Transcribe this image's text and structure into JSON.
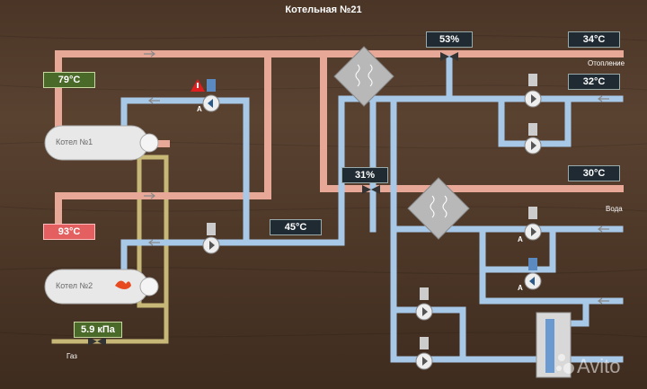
{
  "title": "Котельная №21",
  "boilers": [
    {
      "name": "Котел №1",
      "temp": "79°C"
    },
    {
      "name": "Котел №2",
      "temp": "93°C"
    }
  ],
  "gas": {
    "pressure": "5.9 кПа",
    "label": "Газ"
  },
  "valves": {
    "heating_valve": "53%",
    "water_valve": "31%"
  },
  "temps": {
    "heating_out": "34°C",
    "heating_return": "32°C",
    "water_out": "30°C",
    "boiler_return": "45°C"
  },
  "circuits": {
    "heating": "Отопление",
    "water": "Вода"
  },
  "pump_mode": "А",
  "colors": {
    "hot_pipe": "#e8a898",
    "cold_pipe": "#a8c8e8",
    "gas_pipe": "#c8b878",
    "alarm": "#e02020"
  },
  "watermark": "Avito"
}
